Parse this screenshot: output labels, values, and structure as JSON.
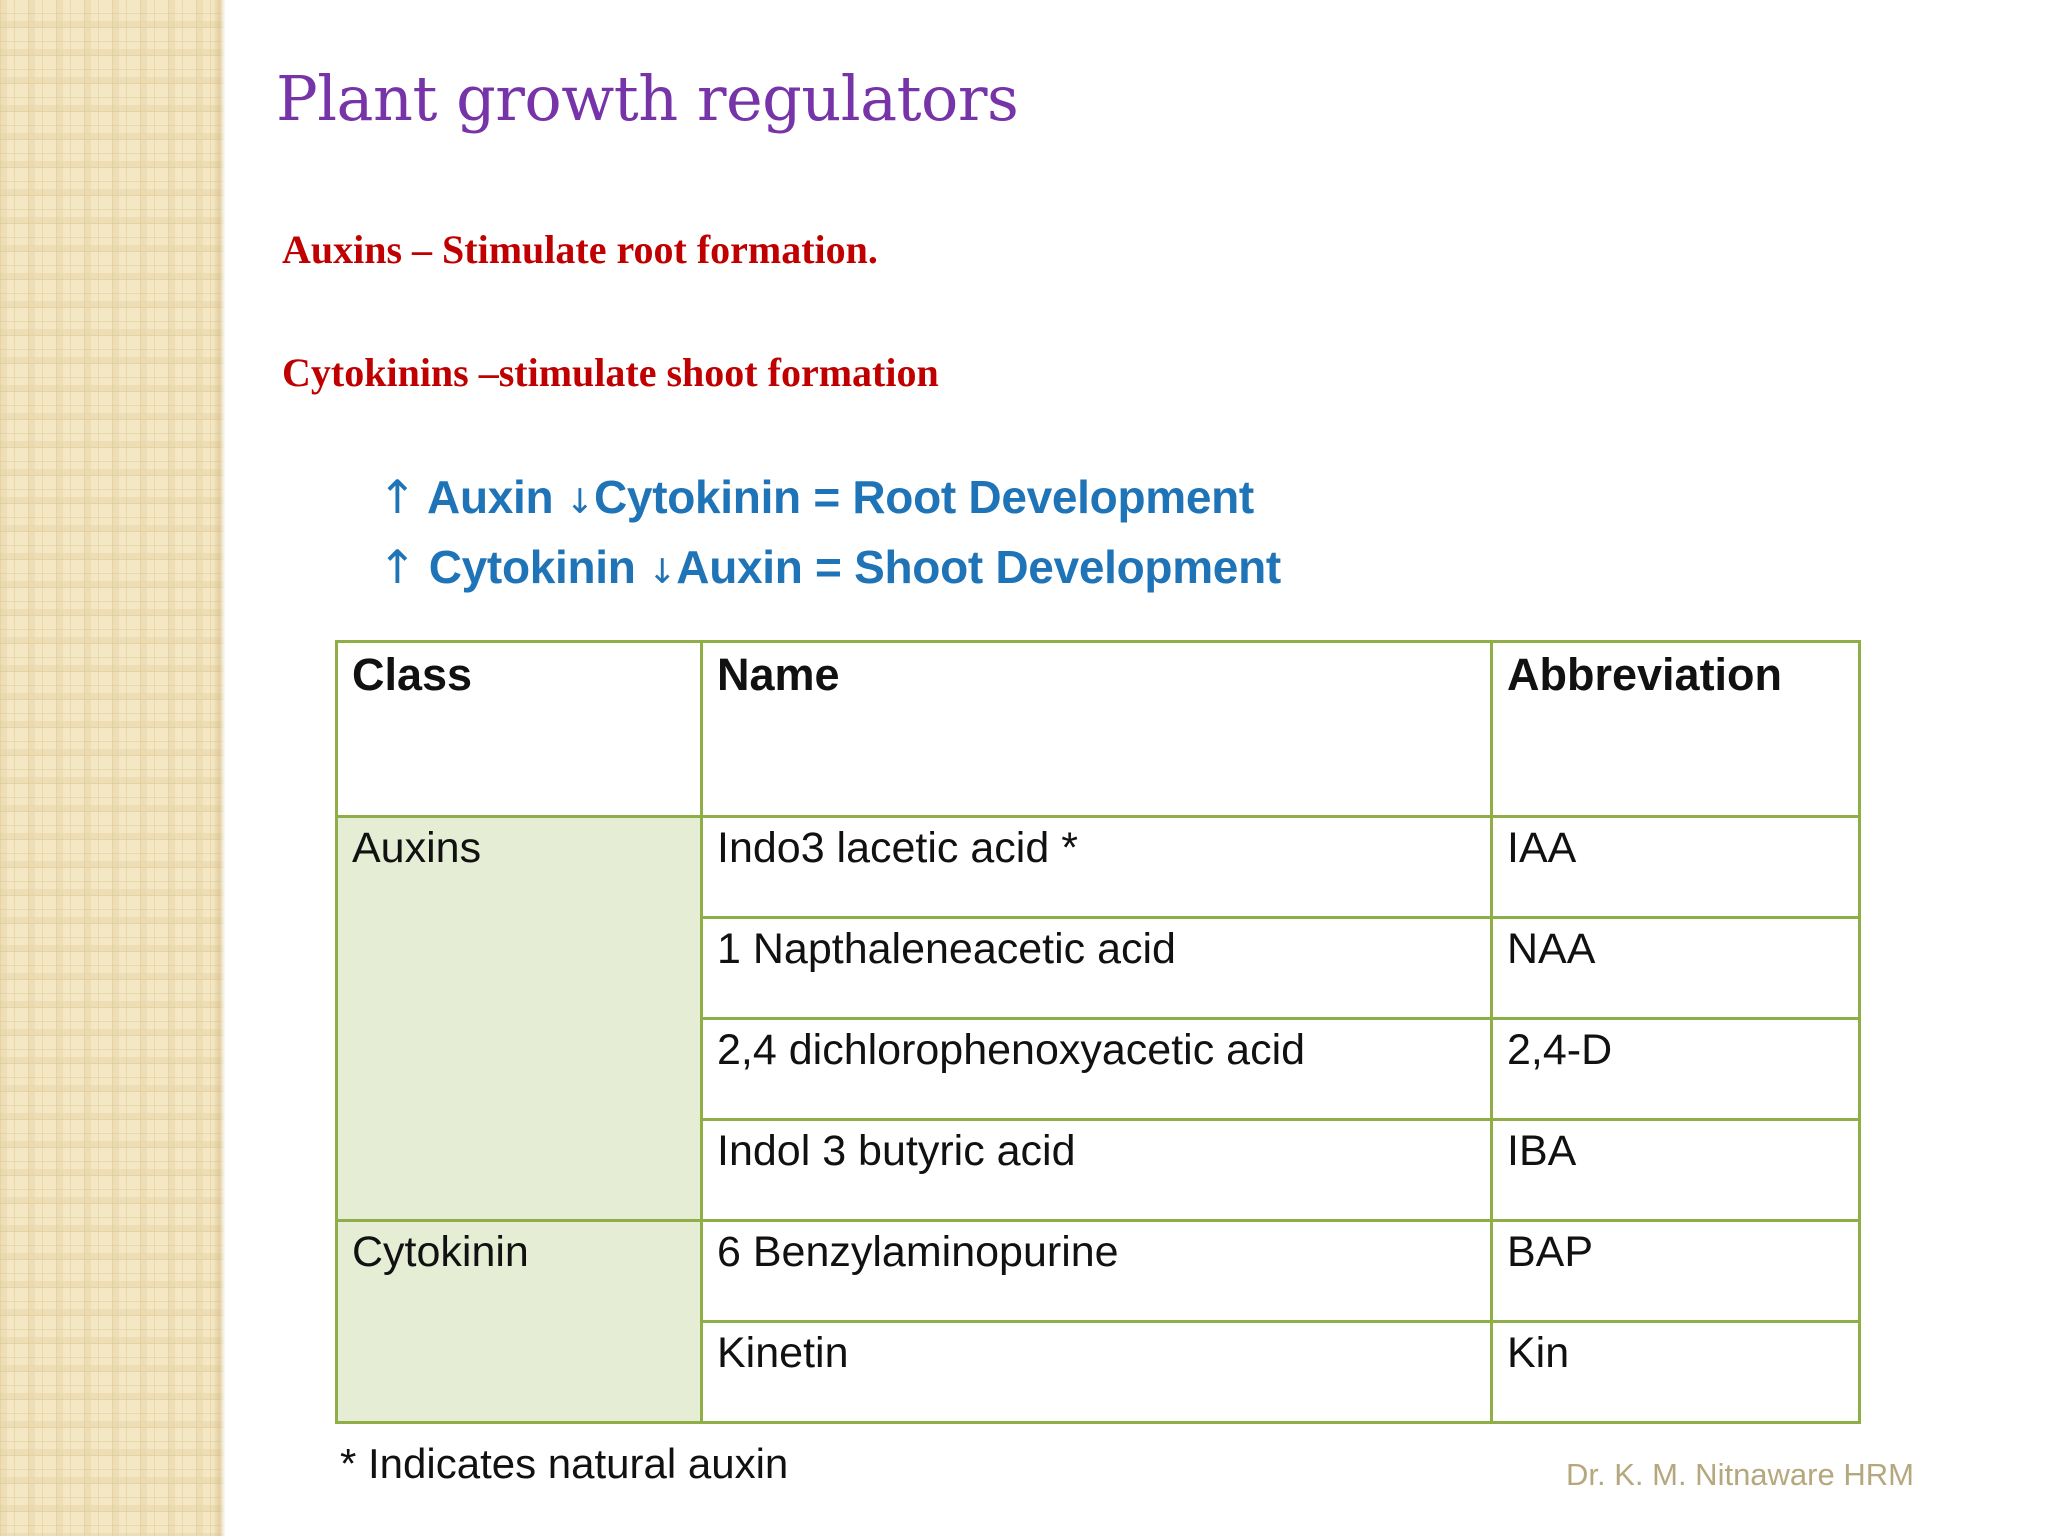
{
  "slide": {
    "title": "Plant growth regulators",
    "statements": [
      {
        "text": "Auxins – Stimulate root formation.",
        "color": "#c00000"
      },
      {
        "text": "Cytokinins –stimulate shoot formation",
        "color": "#c00000"
      }
    ],
    "relations": [
      {
        "up_arrow": "↑",
        "first": " Auxin ",
        "down_arrow": "↓",
        "second": "Cytokinin = Root Development",
        "color": "#1f73b7"
      },
      {
        "up_arrow": "↑",
        "first": " Cytokinin ",
        "down_arrow": "↓",
        "second": "Auxin = Shoot Development",
        "color": "#1f73b7"
      }
    ],
    "table": {
      "headers": [
        "Class",
        "Name",
        "Abbreviation"
      ],
      "groups": [
        {
          "class": "Auxins",
          "rows": [
            {
              "name": "Indo3  lacetic acid *",
              "abbr": "IAA",
              "shaded": true
            },
            {
              "name": "1 Napthaleneacetic acid",
              "abbr": "NAA",
              "shaded": false
            },
            {
              "name": "2,4 dichlorophenoxyacetic acid",
              "abbr": "2,4-D",
              "shaded": true
            },
            {
              "name": "Indol 3 butyric acid",
              "abbr": "IBA",
              "shaded": false
            }
          ]
        },
        {
          "class": "Cytokinin",
          "rows": [
            {
              "name": "6 Benzylaminopurine",
              "abbr": "BAP",
              "shaded": true
            },
            {
              "name": "Kinetin",
              "abbr": "Kin",
              "shaded": false
            }
          ]
        }
      ],
      "border_color": "#8fae46",
      "shade_color": "#e5edd4"
    },
    "footnote": "* Indicates natural auxin",
    "attribution": "Dr. K. M. Nitnaware HRM"
  }
}
